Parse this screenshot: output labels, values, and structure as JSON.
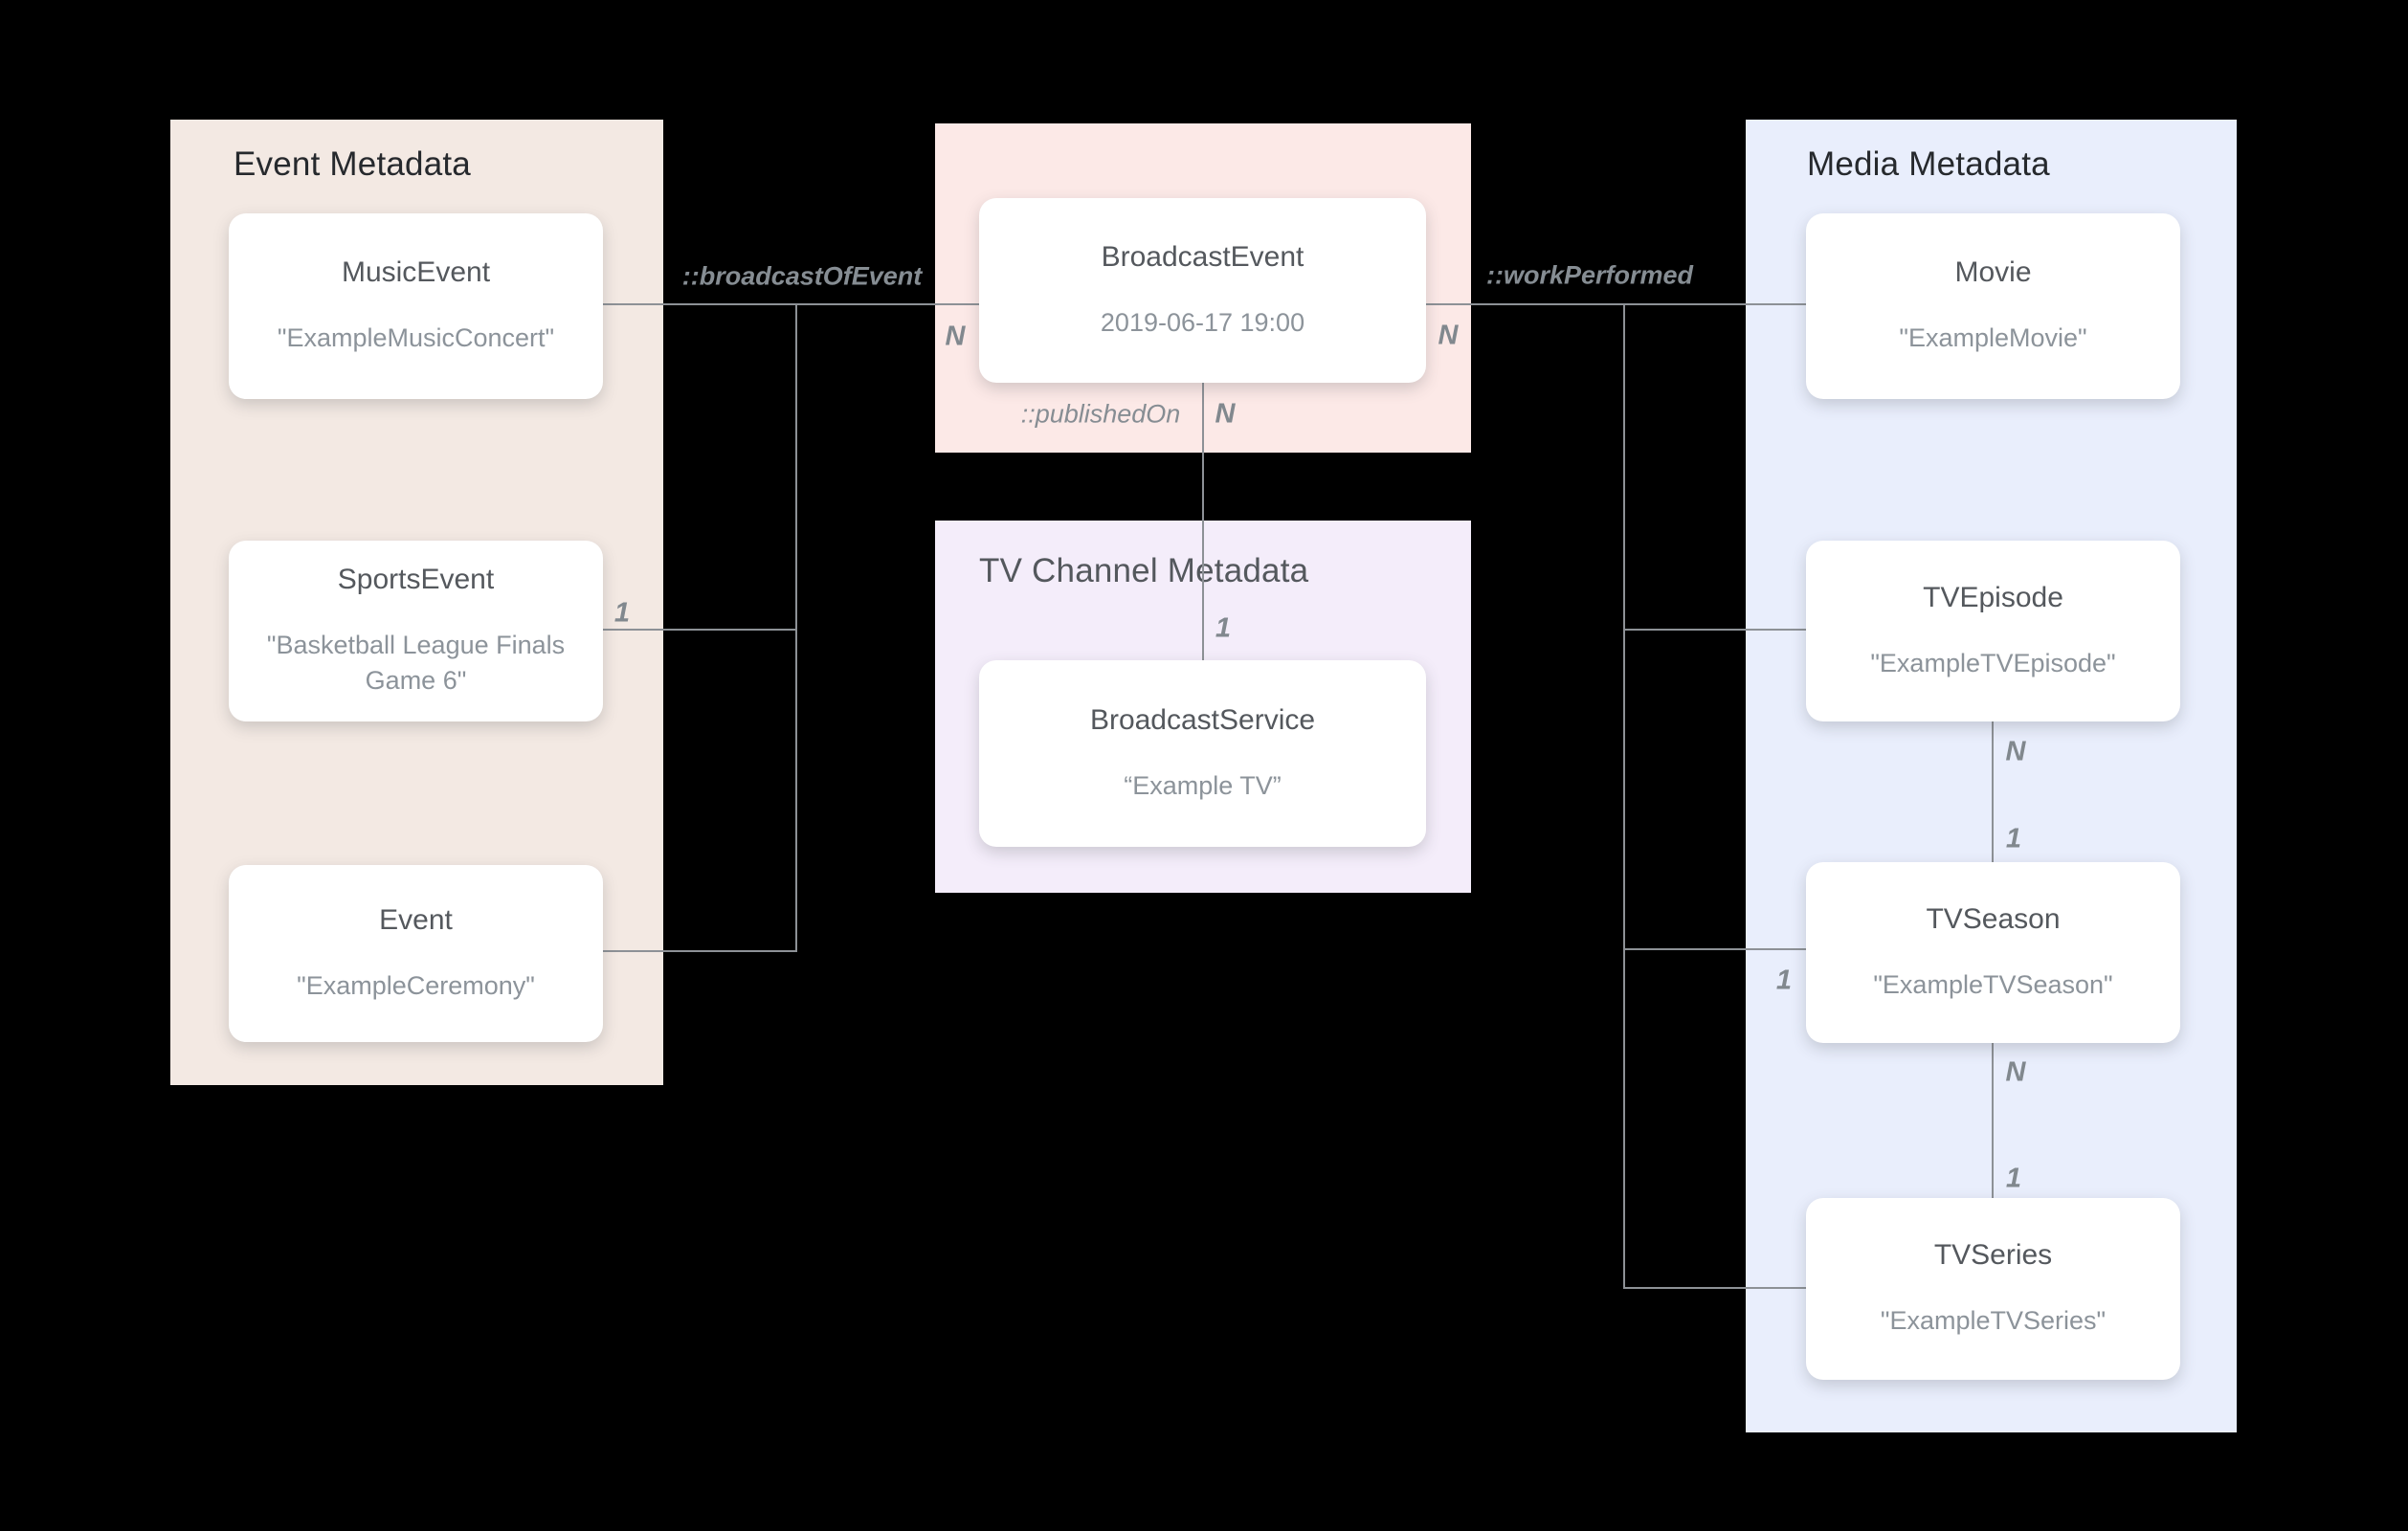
{
  "diagram": {
    "panels": {
      "event": {
        "title": "Event Metadata"
      },
      "broadcast": {
        "title": ""
      },
      "tv_channel": {
        "title": "TV Channel Metadata"
      },
      "media": {
        "title": "Media Metadata"
      }
    },
    "nodes": {
      "music_event": {
        "title": "MusicEvent",
        "subtitle": "\"ExampleMusicConcert\""
      },
      "sports_event": {
        "title": "SportsEvent",
        "subtitle": "\"Basketball League Finals Game 6\""
      },
      "event": {
        "title": "Event",
        "subtitle": "\"ExampleCeremony\""
      },
      "broadcast_event": {
        "title": "BroadcastEvent",
        "subtitle": "2019-06-17 19:00"
      },
      "broadcast_service": {
        "title": "BroadcastService",
        "subtitle": "“Example TV”"
      },
      "movie": {
        "title": "Movie",
        "subtitle": "\"ExampleMovie\""
      },
      "tv_episode": {
        "title": "TVEpisode",
        "subtitle": "\"ExampleTVEpisode\""
      },
      "tv_season": {
        "title": "TVSeason",
        "subtitle": "\"ExampleTVSeason\""
      },
      "tv_series": {
        "title": "TVSeries",
        "subtitle": "\"ExampleTVSeries\""
      }
    },
    "edge_labels": {
      "broadcast_of_event": "::broadcastOfEvent",
      "work_performed": "::workPerformed",
      "published_on": "::publishedOn"
    },
    "cardinalities": {
      "music_broadcast_n": "N",
      "broadcast_movie_n": "N",
      "published_on_n": "N",
      "published_on_1": "1",
      "sports_event_1": "1",
      "tv_season_1": "1",
      "episode_season_n": "N",
      "episode_season_1": "1",
      "season_series_n": "N",
      "season_series_1": "1"
    },
    "colors": {
      "background": "#000000",
      "event_panel_bg": "#f3e9e3",
      "broadcast_panel_bg": "#fce9e7",
      "tv_channel_panel_bg": "#f4edfa",
      "media_panel_bg": "#e9eefc",
      "node_bg": "#ffffff",
      "line": "#8d9196"
    }
  }
}
